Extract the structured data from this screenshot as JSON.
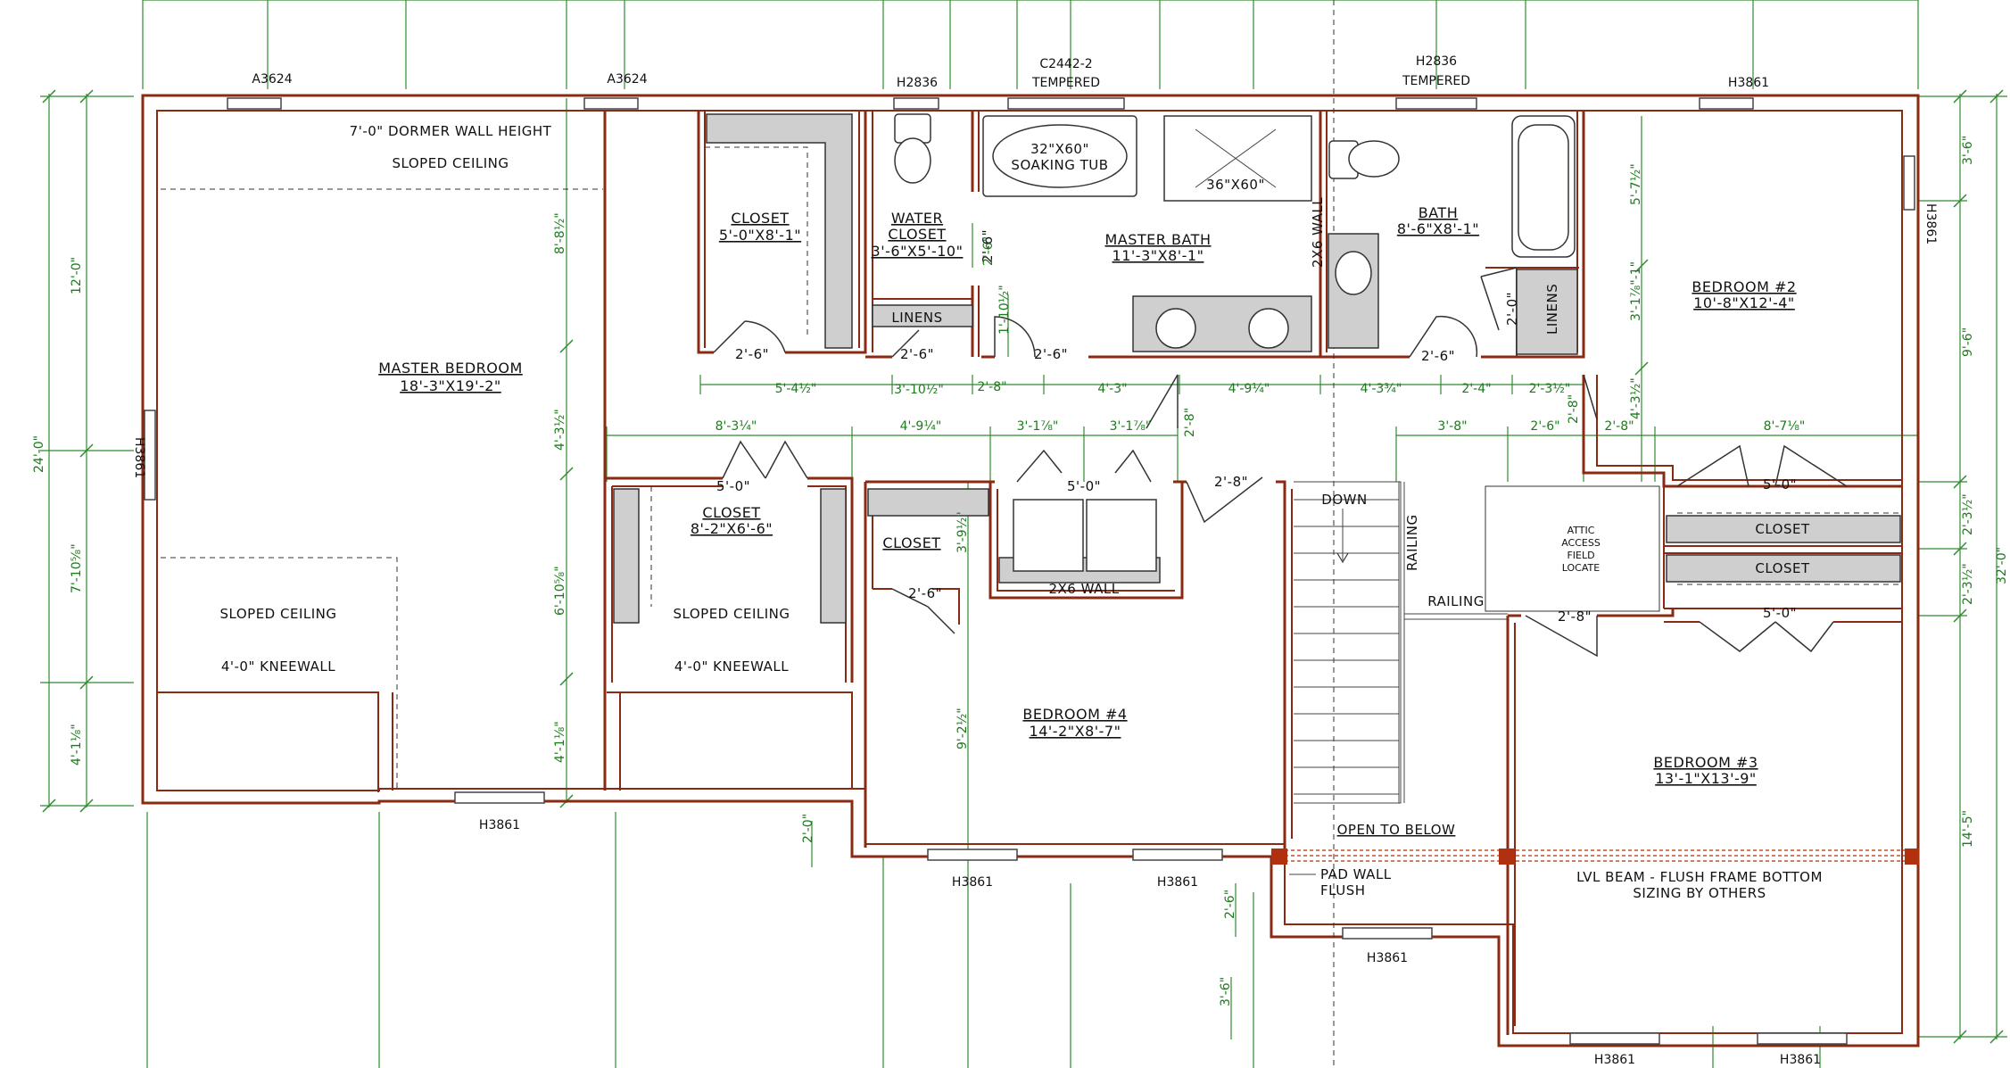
{
  "windows": {
    "top": [
      "A3624",
      "A3624",
      "H2836",
      "C2442-2",
      "TEMPERED",
      "H2836",
      "TEMPERED",
      "H3861"
    ],
    "right": "H3861",
    "left": "H3861",
    "bottom_left": "H3861",
    "bottom_mid_1": "H3861",
    "bottom_mid_2": "H3861",
    "bottom_stair": "H3861",
    "bottom_right_1": "H3861",
    "bottom_right_2": "H3861"
  },
  "rooms": {
    "master_bedroom": {
      "name": "MASTER BEDROOM",
      "size": "18'-3\"X19'-2\""
    },
    "dormer": "7'-0\" DORMER WALL HEIGHT",
    "sloped_ceiling_top": "SLOPED CEILING",
    "sloped_ceiling_left": "SLOPED CEILING",
    "sloped_ceiling_mid": "SLOPED CEILING",
    "kneewall_left": "4'-0\" KNEEWALL",
    "kneewall_mid": "4'-0\" KNEEWALL",
    "closet_top": {
      "name": "CLOSET",
      "size": "5'-0\"X8'-1\""
    },
    "water_closet": {
      "name": "WATER",
      "name2": "CLOSET",
      "size": "3'-6\"X5'-10\""
    },
    "soaking_tub": {
      "line1": "32\"X60\"",
      "line2": "SOAKING TUB"
    },
    "shower": "36\"X60\"",
    "master_bath": {
      "name": "MASTER BATH",
      "size": "11'-3\"X8'-1\""
    },
    "wall_2x6_vertical": "2X6 WALL",
    "bath": {
      "name": "BATH",
      "size": "8'-6\"X8'-1\""
    },
    "linens_1": "LINENS",
    "linens_2": "LINENS",
    "bedroom2": {
      "name": "BEDROOM #2",
      "size": "10'-8\"X12'-4\""
    },
    "closet_mid": {
      "name": "CLOSET",
      "size": "8'-2\"X6'-6\""
    },
    "closet_small": "CLOSET",
    "wall_2x6_horizontal": "2X6 WALL",
    "down": "DOWN",
    "railing_v": "RAILING",
    "railing_h": "RAILING",
    "attic": [
      "ATTIC",
      "ACCESS",
      "FIELD",
      "LOCATE"
    ],
    "closet_r1": "CLOSET",
    "closet_r2": "CLOSET",
    "bedroom4": {
      "name": "BEDROOM #4",
      "size": "14'-2\"X8'-7\""
    },
    "bedroom3": {
      "name": "BEDROOM #3",
      "size": "13'-1\"X13'-9\""
    },
    "open_below": "OPEN TO BELOW",
    "pad_wall": [
      "PAD WALL",
      "FLUSH"
    ],
    "lvl_beam": [
      "LVL BEAM - FLUSH FRAME BOTTOM",
      "SIZING BY OTHERS"
    ]
  },
  "doors": {
    "d_closet_top": "2'-6\"",
    "d_linens": "2'-6\"",
    "d_master_bath": "2'-6\"",
    "d_bath": "2'-6\"",
    "d_wc_side": "2'-6\"",
    "d_linen2": "2'-0\"",
    "d_closet_mid": "5'-0\"",
    "d_laundry": "5'-0\"",
    "d_closet_small": "2'-6\"",
    "d_hall": "2'-8\"",
    "d_bed3": "2'-8\"",
    "d_closet_r1": "5'-0\"",
    "d_closet_r2": "5'-0\"",
    "d_bed2_v": "2'-8\"",
    "d_bed2_h": "2'-8\""
  },
  "dimensions": {
    "left_overall": "24'-0\"",
    "left_a": "12'-0\"",
    "left_b": "7'-10⅝\"",
    "left_c": "4'-1⅛\"",
    "right_overall": "32'-0\"",
    "right_a": "3'-6\"",
    "right_b": "9'-6\"",
    "right_c": "2'-3½\"",
    "right_d": "2'-3½\"",
    "right_e": "14'-5\"",
    "mb_v1": "8'-8½\"",
    "mb_v2": "4'-3½\"",
    "mb_v3": "6'-10⅝\"",
    "mb_v4": "4'-1⅛\"",
    "row1_a": "5'-4½\"",
    "row1_b": "3'-10½\"",
    "row1_c": "2'-8\"",
    "row1_d": "4'-3\"",
    "row1_e": "4'-9¼\"",
    "row1_f": "4'-3¾\"",
    "row1_g": "2'-4\"",
    "row1_h": "2'-3½\"",
    "row2_a": "8'-3¼\"",
    "row2_b": "4'-9¼\"",
    "row2_c": "3'-1⅞\"",
    "row2_d": "3'-1⅞\"",
    "row2_e": "3'-8\"",
    "row2_f": "2'-6\"",
    "row2_g": "2'-8\"",
    "row2_h": "8'-7⅛\"",
    "wc_v": "2'-6\"",
    "linen_v": "1'-10½\"",
    "hall_v": "2'-8\"",
    "bath_v1": "5'-7½\"",
    "bath_v2": "3'-1⅞\"-1\"",
    "bath_v3": "4'-3½\"",
    "bath_v4": "2'-8\"",
    "closet_v": "3'-9½\"",
    "bed4_v": "9'-2½\"",
    "bot_a": "2'-0\"",
    "bot_b": "2'-6\"",
    "bot_c": "3'-6\""
  }
}
